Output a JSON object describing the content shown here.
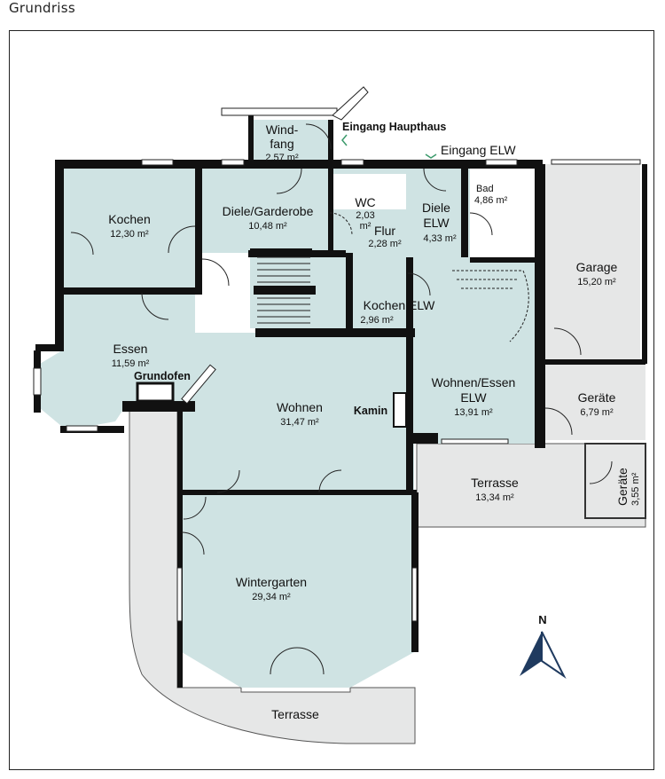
{
  "header": {
    "title": "Grundriss"
  },
  "colors": {
    "floor": "#cfe3e3",
    "wall": "#111111",
    "outdoor": "#e6e7e7",
    "bath": "#ffffff",
    "north": "#1f3a5f"
  },
  "rooms": [
    {
      "id": "windfang",
      "name": "Wind-",
      "name2": "fang",
      "area": "2,57 m²"
    },
    {
      "id": "kochen",
      "name": "Kochen",
      "area": "12,30 m²"
    },
    {
      "id": "diele",
      "name": "Diele/Garderobe",
      "area": "10,48 m²"
    },
    {
      "id": "wc",
      "name": "WC",
      "area": "2,03",
      "area2": "m²"
    },
    {
      "id": "flur",
      "name": "Flur",
      "area": "2,28 m²"
    },
    {
      "id": "diele-elw",
      "name": "Diele",
      "name2": "ELW",
      "area": "4,33 m²"
    },
    {
      "id": "bad",
      "name": "Bad",
      "area": "4,86 m²"
    },
    {
      "id": "garage",
      "name": "Garage",
      "area": "15,20 m²"
    },
    {
      "id": "kochen-elw",
      "name": "Kochen ELW",
      "area": "2,96 m²"
    },
    {
      "id": "essen",
      "name": "Essen",
      "area": "11,59 m²"
    },
    {
      "id": "wohnen",
      "name": "Wohnen",
      "area": "31,47 m²"
    },
    {
      "id": "wohnen-essen-elw",
      "name": "Wohnen/Essen",
      "name2": "ELW",
      "area": "13,91 m²"
    },
    {
      "id": "geraete",
      "name": "Geräte",
      "area": "6,79 m²"
    },
    {
      "id": "terrasse-elw",
      "name": "Terrasse",
      "area": "13,34 m²"
    },
    {
      "id": "geraete-small",
      "name": "Geräte",
      "area": "3,55 m²"
    },
    {
      "id": "wintergarten",
      "name": "Wintergarten",
      "area": "29,34 m²"
    },
    {
      "id": "terrasse-main",
      "name": "Terrasse"
    }
  ],
  "annotations": {
    "eingang_haupthaus": "Eingang Haupthaus",
    "eingang_elw": "Eingang ELW",
    "grundofen": "Grundofen",
    "kamin": "Kamin"
  },
  "compass": {
    "label": "N"
  }
}
